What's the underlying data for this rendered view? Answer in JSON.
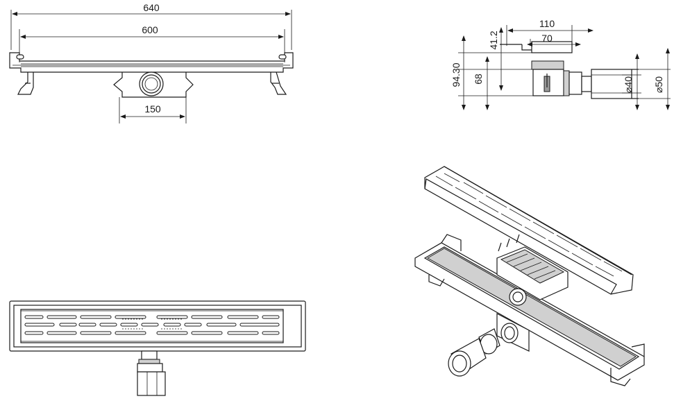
{
  "front_view": {
    "dim_overall": "640",
    "dim_channel": "600",
    "dim_outlet": "150"
  },
  "side_view": {
    "dim_depth_top": "110",
    "dim_depth_inner": "70",
    "dim_height_total": "94.30",
    "dim_height_body": "68",
    "dim_flange": "41.2",
    "dim_outlet_small": "⌀40",
    "dim_outlet_large": "⌀50"
  },
  "colors": {
    "line": "#1a1a1a",
    "fill_light": "#d0d0d0",
    "fill_dark": "#9a9a9a",
    "background": "#ffffff"
  }
}
